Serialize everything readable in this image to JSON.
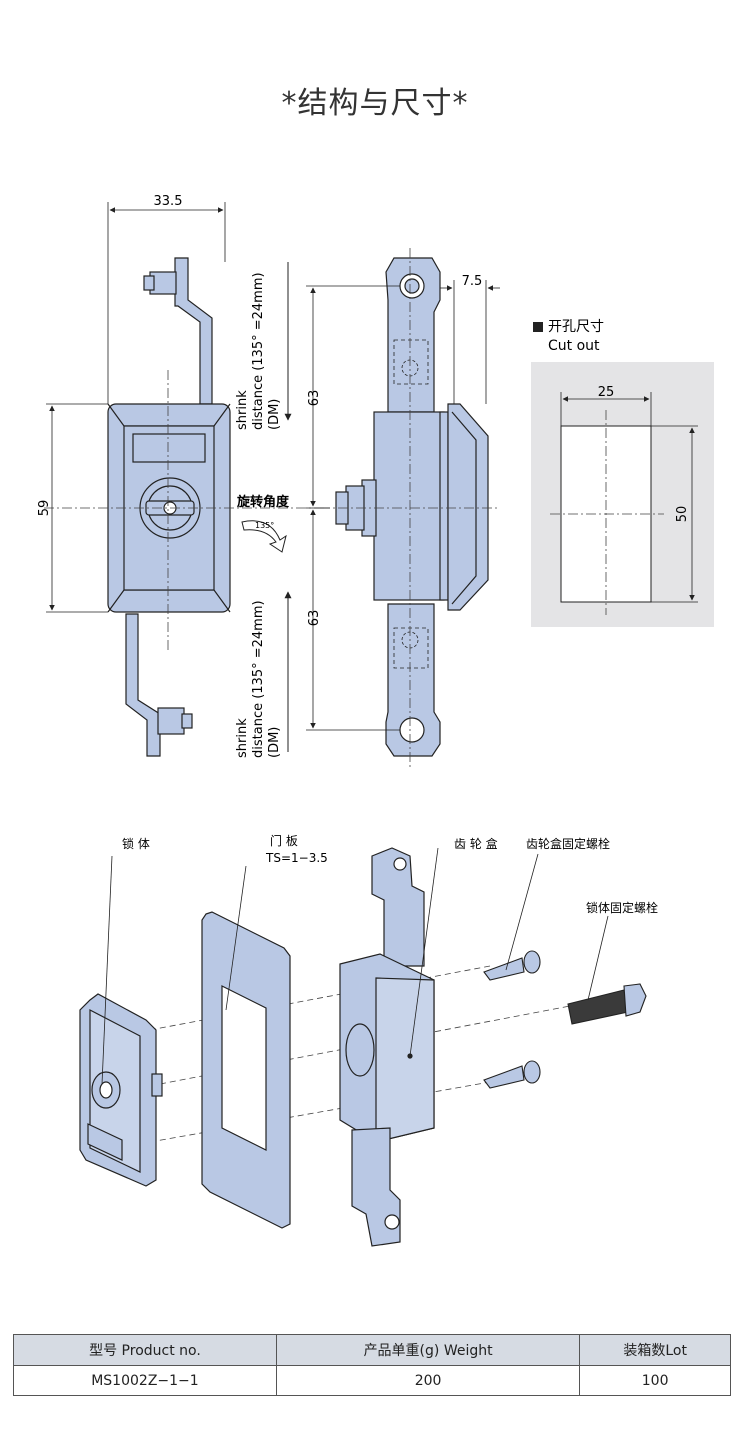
{
  "page": {
    "title": "*结构与尺寸*"
  },
  "dimensions": {
    "width_top": "33.5",
    "height_body": "59",
    "offset": "7.5",
    "upper_travel": "63",
    "lower_travel": "63",
    "shrink_upper": [
      "shrink",
      "distance (135° =24mm)",
      "(DM)"
    ],
    "shrink_lower": [
      "shrink",
      "distance (135° =24mm)",
      "(DM)"
    ],
    "rotation_label": "旋转角度",
    "rotation_angle": "135°"
  },
  "cutout": {
    "heading_cn": "开孔尺寸",
    "heading_en": "Cut out",
    "width": "25",
    "height": "50"
  },
  "exploded": {
    "lock_body": "锁 体",
    "door_panel": "门 板",
    "panel_thickness": "TS=1−3.5",
    "gear_box": "齿 轮 盒",
    "gear_box_bolt": "齿轮盒固定螺栓",
    "lock_body_bolt": "锁体固定螺栓"
  },
  "colors": {
    "part_fill": "#b9c8e4",
    "line": "#222222",
    "cutout_bg": "#e4e4e6",
    "table_header": "#d6dbe3"
  },
  "spec_table": {
    "headers": [
      "型号 Product no.",
      "产品单重(g) Weight",
      "装箱数Lot"
    ],
    "rows": [
      [
        "MS1002Z−1−1",
        "200",
        "100"
      ]
    ]
  }
}
